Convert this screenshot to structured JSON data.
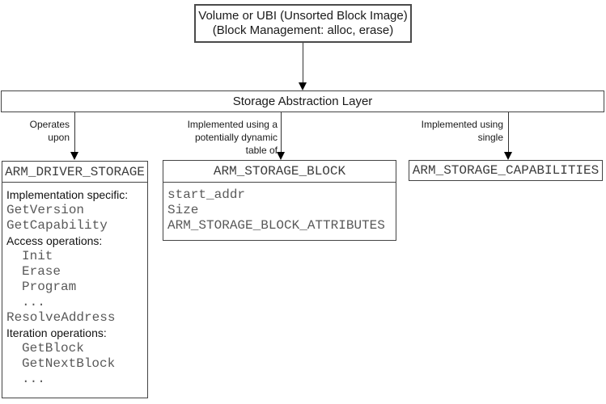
{
  "diagram": {
    "top_box": {
      "line1": "Volume or UBI (Unsorted Block Image)",
      "line2": "(Block Management: alloc, erase)"
    },
    "sal_bar": {
      "label": "Storage Abstraction Layer"
    },
    "edges": {
      "left": {
        "lines": [
          "Operates",
          "upon"
        ]
      },
      "middle": {
        "lines": [
          "Implemented using a",
          "potentially dynamic",
          "table of"
        ]
      },
      "right": {
        "lines": [
          "Implemented using",
          "single"
        ]
      }
    },
    "driver_box": {
      "title": "ARM_DRIVER_STORAGE",
      "lines": [
        "Implementation specific:",
        "GetVersion",
        "GetCapability",
        "Access operations:",
        "Init",
        "Erase",
        "Program",
        "...",
        "ResolveAddress",
        "Iteration operations:",
        "GetBlock",
        "GetNextBlock",
        "..."
      ]
    },
    "block_box": {
      "title": "ARM_STORAGE_BLOCK",
      "lines": [
        "start_addr",
        "Size",
        "ARM_STORAGE_BLOCK_ATTRIBUTES"
      ]
    },
    "capabilities_box": {
      "title": "ARM_STORAGE_CAPABILITIES"
    },
    "colors": {
      "border": "#444444",
      "code_text": "#595959",
      "label_text": "#1a1a1a",
      "arrow": "#000000"
    }
  }
}
